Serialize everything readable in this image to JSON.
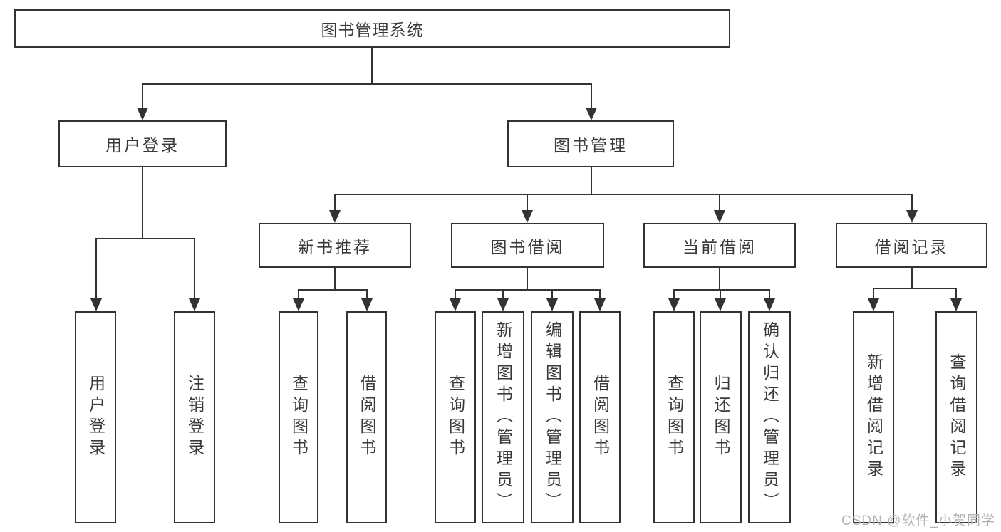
{
  "diagram": {
    "root": {
      "label": "图书管理系统"
    },
    "branches": [
      {
        "label": "用户登录",
        "children": [
          {
            "label": "用户登录"
          },
          {
            "label": "注销登录"
          }
        ]
      },
      {
        "label": "图书管理",
        "children": [
          {
            "label": "新书推荐",
            "children": [
              {
                "label": "查询图书"
              },
              {
                "label": "借阅图书"
              }
            ]
          },
          {
            "label": "图书借阅",
            "children": [
              {
                "label": "查询图书"
              },
              {
                "label": "新增图书（管理员）"
              },
              {
                "label": "编辑图书（管理员）"
              },
              {
                "label": "借阅图书"
              }
            ]
          },
          {
            "label": "当前借阅",
            "children": [
              {
                "label": "查询图书"
              },
              {
                "label": "归还图书"
              },
              {
                "label": "确认归还（管理员）"
              }
            ]
          },
          {
            "label": "借阅记录",
            "children": [
              {
                "label": "新增借阅记录"
              },
              {
                "label": "查询借阅记录"
              }
            ]
          }
        ]
      }
    ]
  },
  "watermark": {
    "text": "CSDN @软件_小贺同学"
  },
  "colors": {
    "line": "#333333",
    "text": "#3a3a3a",
    "box_fill": "#ffffff",
    "watermark": "#b3b3b3",
    "background": "#ffffff"
  }
}
